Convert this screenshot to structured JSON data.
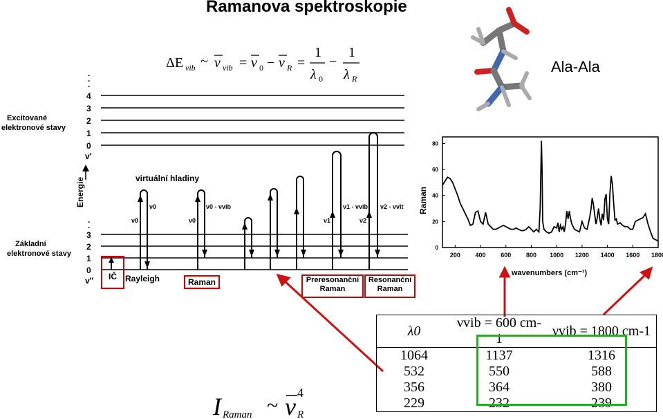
{
  "title": "Ramanova spektroskopie",
  "formula": {
    "delta_e": "ΔE",
    "vib": "vib",
    "sim": "~",
    "nu": "ν",
    "eq": "=",
    "zero": "0",
    "minus": "−",
    "r": "R",
    "one": "1",
    "lambda": "λ"
  },
  "molecule": {
    "label": "Ala-Ala"
  },
  "diagram": {
    "excited_label": [
      "Excitované",
      "elektronové stavy"
    ],
    "ground_label": [
      "Základní",
      "elektronové stavy"
    ],
    "energy_label": "Energie",
    "virtual_label": "virtuální hladiny",
    "excited_levels": [
      "4",
      "3",
      "2",
      "1",
      "0",
      "v′"
    ],
    "ground_levels": [
      "3",
      "2",
      "1",
      "0",
      "v″"
    ],
    "dots": [
      ".",
      ".",
      ".",
      ".",
      ".",
      ":"
    ],
    "transitions": {
      "ir": "IČ",
      "rayleigh": "Rayleigh",
      "raman": "Raman",
      "preresonance": [
        "Preresonanční",
        "Raman"
      ],
      "resonance": [
        "Resonanční",
        "Raman"
      ]
    },
    "nu_labels": {
      "nu0": "ν0",
      "nu0_vib": "ν0 - νvib",
      "nu1": "ν1",
      "nu1_vib": "ν1 - νvib",
      "nu2": "ν2",
      "nu2_vib": "ν2 - νvit"
    }
  },
  "chart_data": {
    "type": "line",
    "title": "",
    "xlabel": "wavenumbers (cm⁻¹)",
    "ylabel": "Raman",
    "xlim": [
      100,
      1800
    ],
    "ylim": [
      0,
      85
    ],
    "xticks": [
      200,
      400,
      600,
      800,
      1000,
      1200,
      1400,
      1600,
      1800
    ],
    "yticks": [
      0,
      20,
      40,
      60,
      80
    ],
    "x": [
      100,
      120,
      140,
      160,
      180,
      200,
      220,
      240,
      260,
      280,
      300,
      320,
      340,
      360,
      380,
      400,
      420,
      440,
      460,
      480,
      500,
      520,
      540,
      560,
      580,
      600,
      620,
      640,
      660,
      680,
      700,
      720,
      740,
      760,
      780,
      800,
      820,
      840,
      860,
      870,
      880,
      885,
      890,
      900,
      920,
      940,
      960,
      980,
      1000,
      1010,
      1020,
      1030,
      1040,
      1050,
      1060,
      1070,
      1080,
      1090,
      1100,
      1110,
      1120,
      1140,
      1160,
      1180,
      1200,
      1220,
      1240,
      1260,
      1270,
      1280,
      1290,
      1300,
      1310,
      1320,
      1330,
      1340,
      1350,
      1360,
      1370,
      1380,
      1390,
      1400,
      1410,
      1420,
      1430,
      1440,
      1450,
      1460,
      1470,
      1480,
      1500,
      1520,
      1540,
      1560,
      1580,
      1600,
      1620,
      1640,
      1660,
      1680,
      1700,
      1720,
      1740,
      1760,
      1780,
      1800
    ],
    "y": [
      48,
      51,
      54,
      53,
      50,
      45,
      40,
      34,
      30,
      26,
      22,
      17,
      18,
      27,
      28,
      20,
      18,
      27,
      18,
      16,
      14,
      14,
      15,
      16,
      17,
      16,
      15,
      14,
      14,
      15,
      14,
      13,
      13,
      14,
      16,
      14,
      12,
      14,
      12,
      30,
      82,
      60,
      20,
      14,
      12,
      11,
      12,
      16,
      15,
      19,
      12,
      17,
      14,
      16,
      12,
      18,
      28,
      22,
      28,
      22,
      18,
      14,
      13,
      12,
      20,
      15,
      14,
      23,
      29,
      38,
      33,
      25,
      18,
      23,
      30,
      22,
      17,
      26,
      21,
      37,
      41,
      22,
      18,
      42,
      55,
      48,
      33,
      21,
      22,
      18,
      19,
      17,
      16,
      16,
      14,
      14,
      20,
      21,
      22,
      23,
      26,
      18,
      12,
      7,
      6,
      5
    ]
  },
  "table": {
    "headers": [
      "λ0",
      "νvib = 600 cm-1",
      "νvib = 1800 cm-1"
    ],
    "rows": [
      [
        "1064",
        "1137",
        "1316"
      ],
      [
        "532",
        "550",
        "588"
      ],
      [
        "356",
        "364",
        "380"
      ],
      [
        "229",
        "232",
        "239"
      ]
    ]
  },
  "intensity": {
    "i": "I",
    "sub": "Raman",
    "sim": "~",
    "nu": "ν",
    "power": "4",
    "r": "R"
  },
  "colors": {
    "red": "#d01010",
    "green": "#18b818"
  }
}
